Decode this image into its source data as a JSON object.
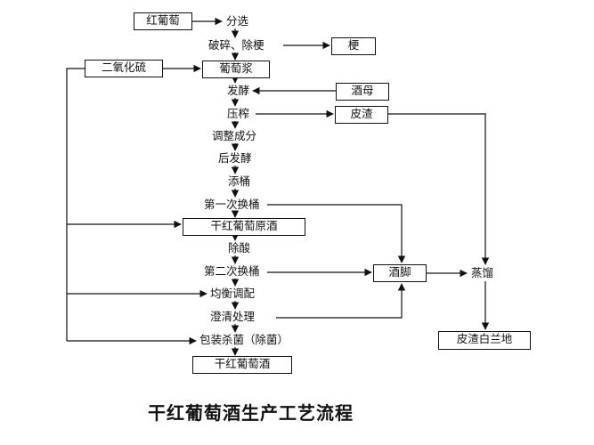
{
  "diagram": {
    "caption": "干红葡萄酒生产工艺流程",
    "nodes": {
      "red_grape": "红葡萄",
      "sorting": "分选",
      "crush_destem": "破碎、除梗",
      "stems": "梗",
      "sulfur_dioxide": "二氧化硫",
      "grape_must": "葡萄浆",
      "fermentation": "发酵",
      "yeast": "酒母",
      "pressing": "压榨",
      "pomace": "皮渣",
      "adjust_composition": "调整成分",
      "post_fermentation": "后发酵",
      "top_up_barrel": "添桶",
      "first_racking": "第一次换桶",
      "raw_dry_red_wine": "干红葡萄原酒",
      "deacidify": "除酸",
      "second_racking": "第二次换桶",
      "lees": "酒脚",
      "distillation": "蒸馏",
      "blending": "均衡调配",
      "clarification": "澄清处理",
      "packaging_sterilization": "包装杀菌（除菌）",
      "dry_red_wine": "干红葡萄酒",
      "pomace_brandy": "皮渣白兰地"
    },
    "edges": [
      [
        "red_grape",
        "sorting"
      ],
      [
        "sorting",
        "crush_destem"
      ],
      [
        "crush_destem",
        "stems"
      ],
      [
        "crush_destem",
        "grape_must"
      ],
      [
        "sulfur_dioxide",
        "grape_must"
      ],
      [
        "grape_must",
        "fermentation"
      ],
      [
        "yeast",
        "fermentation"
      ],
      [
        "fermentation",
        "pressing"
      ],
      [
        "pressing",
        "pomace"
      ],
      [
        "pressing",
        "adjust_composition"
      ],
      [
        "adjust_composition",
        "post_fermentation"
      ],
      [
        "post_fermentation",
        "top_up_barrel"
      ],
      [
        "top_up_barrel",
        "first_racking"
      ],
      [
        "first_racking",
        "raw_dry_red_wine"
      ],
      [
        "first_racking",
        "lees"
      ],
      [
        "sulfur_dioxide",
        "raw_dry_red_wine"
      ],
      [
        "raw_dry_red_wine",
        "deacidify"
      ],
      [
        "deacidify",
        "second_racking"
      ],
      [
        "second_racking",
        "lees"
      ],
      [
        "second_racking",
        "blending"
      ],
      [
        "sulfur_dioxide",
        "blending"
      ],
      [
        "blending",
        "clarification"
      ],
      [
        "clarification",
        "lees"
      ],
      [
        "clarification",
        "packaging_sterilization"
      ],
      [
        "sulfur_dioxide",
        "packaging_sterilization"
      ],
      [
        "packaging_sterilization",
        "dry_red_wine"
      ],
      [
        "pomace",
        "distillation"
      ],
      [
        "lees",
        "distillation"
      ],
      [
        "distillation",
        "pomace_brandy"
      ]
    ]
  }
}
